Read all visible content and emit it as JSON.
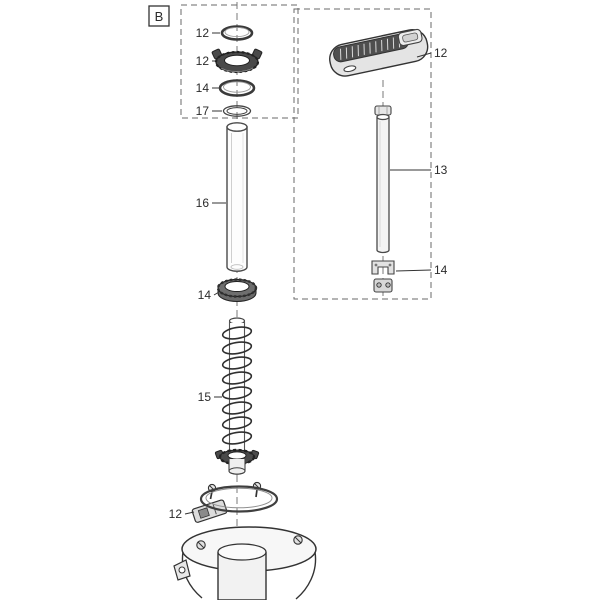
{
  "diagram": {
    "section_label": "B",
    "callouts": {
      "left_oring_top": "12",
      "left_bayonet_ring": "12",
      "left_oring_mid": "14",
      "left_flat_ring": "17",
      "left_glass_tube": "16",
      "left_union_nut": "14",
      "left_spiral_tube": "15",
      "left_clip": "12",
      "right_cover": "12",
      "right_tube": "13",
      "right_clamp": "14"
    },
    "colors": {
      "line": "#333333",
      "dark_part": "#4a4a4a",
      "light_part": "#e2e2e2",
      "background": "#ffffff"
    }
  }
}
